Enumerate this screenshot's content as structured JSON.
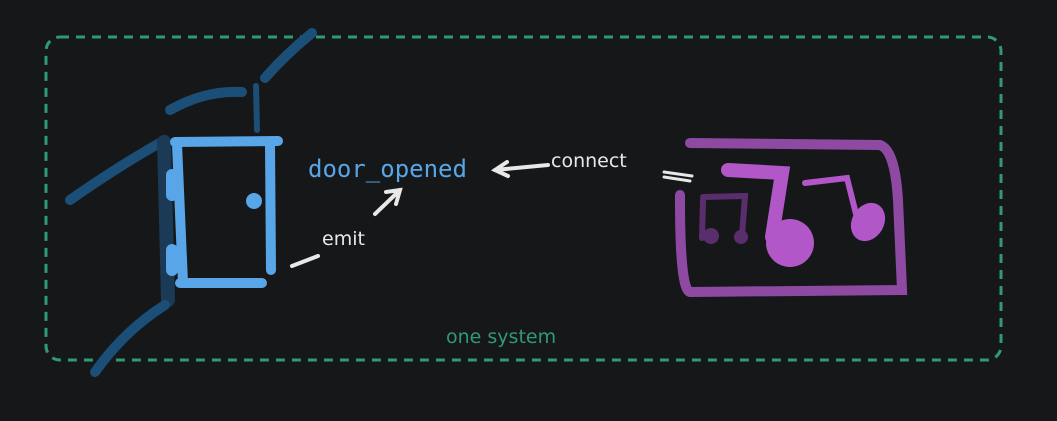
{
  "labels": {
    "event": "door_opened",
    "emit": "emit",
    "connect": "connect",
    "boundary": "one system"
  },
  "colors": {
    "door": "#58a6e8",
    "wall": "#1b4f78",
    "music": "#9b4fb4",
    "music_bright": "#b157c8",
    "boundary": "#2f9a73",
    "text": "#e8e8e8"
  }
}
